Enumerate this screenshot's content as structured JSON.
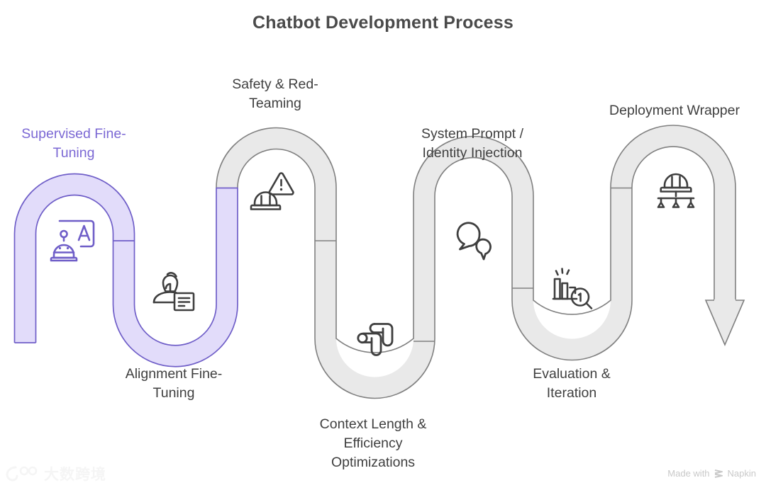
{
  "title": "Chatbot Development Process",
  "colors": {
    "accent_stroke": "#6f5ec8",
    "accent_fill": "#e2dcfa",
    "accent_text": "#7b68d4",
    "neutral_stroke": "#808080",
    "neutral_fill": "#e9e9e9",
    "icon_dark": "#3f3f3f",
    "title_color": "#4a4a4a",
    "label_color": "#3f3f3f"
  },
  "steps": [
    {
      "id": "supervised-fine-tuning",
      "label": "Supervised Fine-\nTuning",
      "icon": "robot-letter-a-icon",
      "highlighted": true
    },
    {
      "id": "alignment-fine-tuning",
      "label": "Alignment Fine-\nTuning",
      "icon": "person-document-icon",
      "highlighted": true
    },
    {
      "id": "safety-red-teaming",
      "label": "Safety & Red-\nTeaming",
      "icon": "hardhat-warning-icon",
      "highlighted": false
    },
    {
      "id": "context-length-efficiency-optimizations",
      "label": "Context Length &\nEfficiency\nOptimizations",
      "icon": "flow-arrows-icon",
      "highlighted": false
    },
    {
      "id": "system-prompt-identity-injection",
      "label": "System Prompt /\nIdentity Injection",
      "icon": "speech-bubbles-icon",
      "highlighted": false
    },
    {
      "id": "evaluation-iteration",
      "label": "Evaluation &\nIteration",
      "icon": "bar-chart-magnifier-icon",
      "highlighted": false
    },
    {
      "id": "deployment-wrapper",
      "label": "Deployment Wrapper",
      "icon": "hardhat-distribution-icon",
      "highlighted": false
    }
  ],
  "watermarks": {
    "left_text": "大数跨境",
    "right_prefix": "Made with",
    "right_brand": "Napkin"
  },
  "chart_data": {
    "type": "diagram",
    "subtype": "serpentine-process-flow",
    "title": "Chatbot Development Process",
    "direction": "left-to-right, snaking",
    "stage_count": 7,
    "stage_order": [
      "Supervised Fine-Tuning",
      "Alignment Fine-Tuning",
      "Safety & Red-Teaming",
      "Context Length & Efficiency Optimizations",
      "System Prompt / Identity Injection",
      "Evaluation & Iteration",
      "Deployment Wrapper"
    ],
    "highlighted_stages": [
      "Supervised Fine-Tuning",
      "Alignment Fine-Tuning"
    ],
    "terminator": "downward-arrowhead"
  }
}
